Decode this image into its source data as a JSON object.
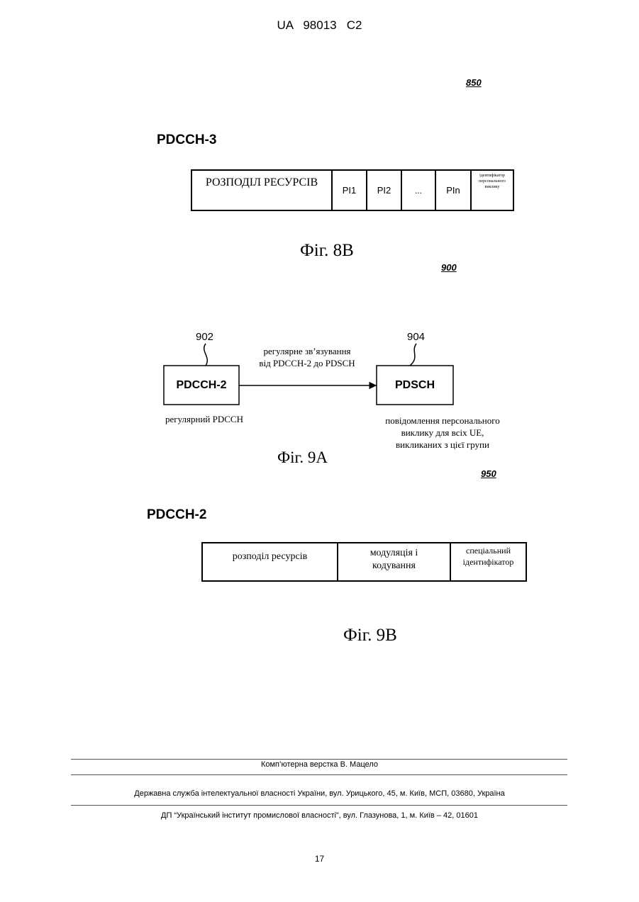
{
  "header": {
    "patent_number": "UA   98013   C2"
  },
  "fig8b": {
    "ref_number": "850",
    "channel_label": "PDCCH-3",
    "fields": [
      "РОЗПОДІЛ РЕСУРСІВ",
      "PI1",
      "PI2",
      "...",
      "PIn",
      "ідентифікатор персонального виклику"
    ],
    "caption": "Фіг. 8В"
  },
  "fig9a": {
    "ref_number": "900",
    "box1_ref": "902",
    "box1_label": "PDCCH-2",
    "box1_caption": "регулярний PDCCH",
    "arrow_label_line1": "регулярне зв’язування",
    "arrow_label_line2": "від PDCCH-2 до PDSCH",
    "box2_ref": "904",
    "box2_label": "PDSCH",
    "box2_caption_line1": "повідомлення персонального",
    "box2_caption_line2": "виклику для всіх UE,",
    "box2_caption_line3": "викликаних з цієї групи",
    "caption": "Фіг. 9А"
  },
  "fig9b": {
    "ref_number": "950",
    "channel_label": "PDCCH-2",
    "field1": "розподіл ресурсів",
    "field2_line1": "модуляція і",
    "field2_line2": "кодування",
    "field3_line1": "спеціальний",
    "field3_line2": "ідентифікатор",
    "caption": "Фіг. 9В"
  },
  "footer": {
    "layout_credit": "Комп’ютерна верстка В. Мацело",
    "agency": "Державна служба інтелектуальної власності України, вул. Урицького, 45, м. Київ, МСП, 03680, Україна",
    "institute": "ДП “Український інститут промислової власності”, вул. Глазунова, 1, м. Київ – 42, 01601",
    "page_number": "17"
  }
}
